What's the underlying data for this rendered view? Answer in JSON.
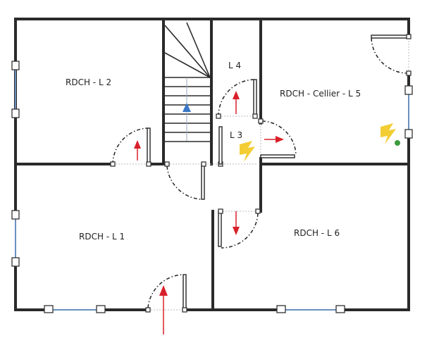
{
  "rooms": {
    "l2": "RDCH - L 2",
    "l4": "L 4",
    "l5": "RDCH - Cellier - L 5",
    "l3": "L 3",
    "l1": "RDCH - L 1",
    "l6": "RDCH - L 6"
  },
  "colors": {
    "arrow": "#d8202a",
    "stair_arrow": "#3a78c8",
    "window": "#6a8fc0",
    "hazard": "#f2c81e"
  }
}
